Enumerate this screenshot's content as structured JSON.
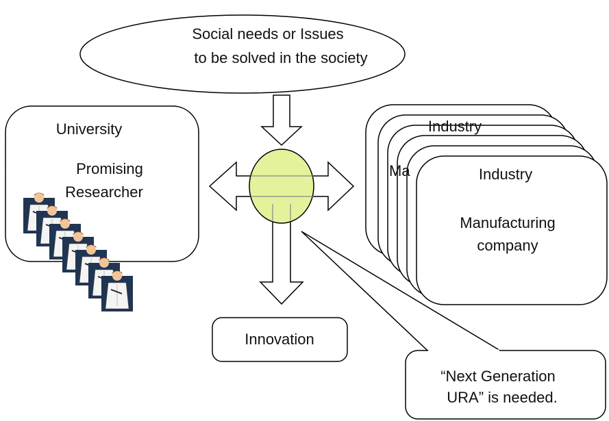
{
  "social": {
    "line1": "Social needs or Issues",
    "line2": "to be solved in the society"
  },
  "university": {
    "title": "University",
    "line1": "Promising",
    "line2": "Researcher"
  },
  "industry_back": {
    "title": "Industry",
    "partial": "Ma"
  },
  "industry_front": {
    "title": "Industry",
    "line1": "Manufacturing",
    "line2": "company"
  },
  "innovation": {
    "label": "Innovation"
  },
  "callout": {
    "line1": "“Next Generation",
    "line2": "URA” is needed."
  },
  "colors": {
    "hub_fill": "#e4f29b",
    "stroke": "#000000"
  },
  "icons": [
    "researcher-figure-icon"
  ]
}
